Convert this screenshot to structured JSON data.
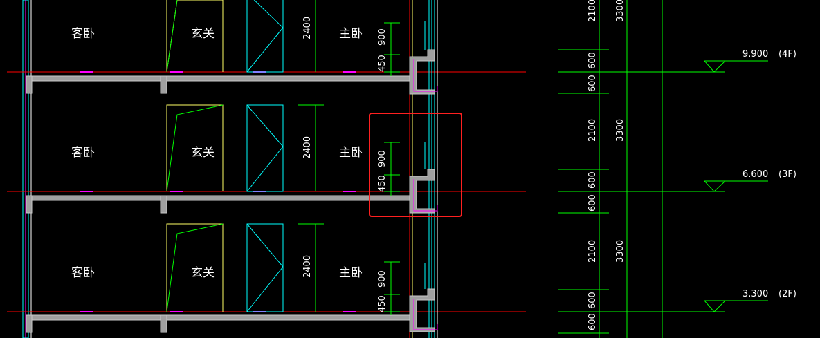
{
  "rooms": {
    "guest": "客卧",
    "entry": "玄关",
    "master": "主卧"
  },
  "dims": {
    "door_height": "2400",
    "window_height": "900",
    "sill_height": "450",
    "right_2100": "2100",
    "right_600": "600",
    "floor_height": "3300"
  },
  "levels": [
    {
      "value": "9.900",
      "floor": "(4F)"
    },
    {
      "value": "6.600",
      "floor": "(3F)"
    },
    {
      "value": "3.300",
      "floor": "(2F)"
    }
  ],
  "colors": {
    "background": "#000000",
    "axis_line": "#ff0000",
    "dimension": "#00ff00",
    "wall_fill": "#a0a0a0",
    "glass": "#00ffff",
    "door_yellow": "#ffff66",
    "magenta": "#ff00ff",
    "highlight_box": "#ff2020"
  }
}
